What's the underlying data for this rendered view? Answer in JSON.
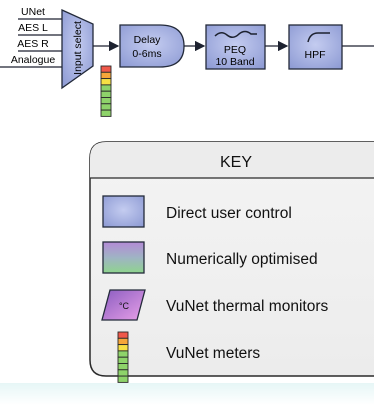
{
  "inputs": [
    "UNet",
    "AES L",
    "AES R",
    "Analogue"
  ],
  "blocks": {
    "input_select": "Input select",
    "delay": [
      "Delay",
      "0-6ms"
    ],
    "peq": [
      "PEQ",
      "10 Band"
    ],
    "hpf": "HPF"
  },
  "key": {
    "title": "KEY",
    "items": [
      {
        "label": "Direct user control"
      },
      {
        "label": "Numerically optimised"
      },
      {
        "label": "VuNet thermal monitors",
        "glyph": "°C"
      },
      {
        "label": "VuNet meters"
      }
    ]
  },
  "colors": {
    "block_fill": "#9aa6da",
    "block_stroke": "#232a3a",
    "meter": [
      "#f0584a",
      "#f6a63a",
      "#f7e044",
      "#8ed36a",
      "#8ed36a",
      "#8ed36a",
      "#8ed36a",
      "#8ed36a"
    ]
  }
}
